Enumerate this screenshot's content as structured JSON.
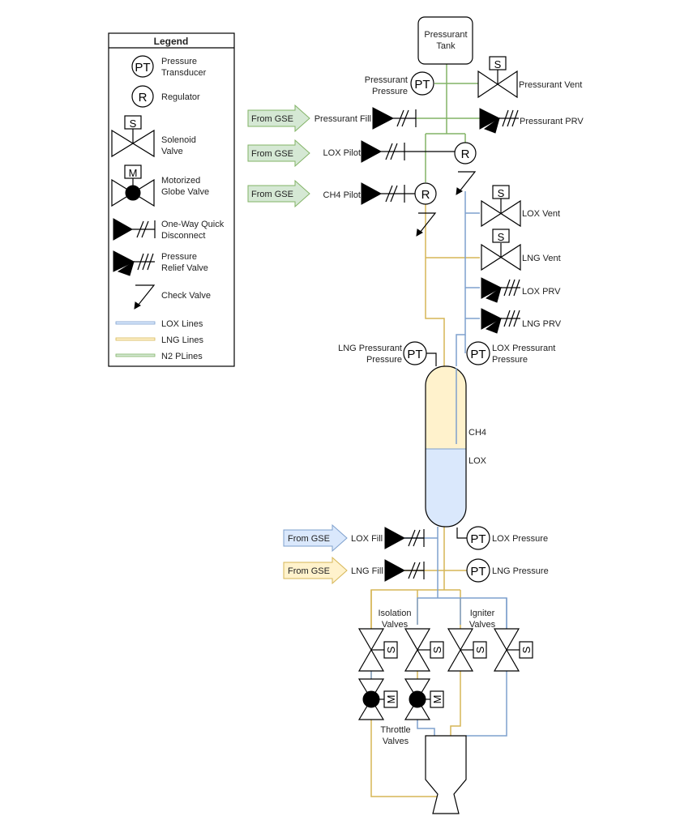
{
  "colors": {
    "lox_line": "#7ea0cd",
    "lng_line": "#d6b656",
    "n2_line": "#82b366",
    "lox_fill": "#dae8fc",
    "lng_fill": "#fff2cc",
    "n2_fill": "#d5e8d4"
  },
  "legend": {
    "title": "Legend",
    "pt_symbol": "PT",
    "pt_label_1": "Pressure",
    "pt_label_2": "Transducer",
    "r_symbol": "R",
    "r_label": "Regulator",
    "s_symbol": "S",
    "solenoid_label_1": "Solenoid",
    "solenoid_label_2": "Valve",
    "m_symbol": "M",
    "motorized_label_1": "Motorized",
    "motorized_label_2": "Globe Valve",
    "qd_label_1": "One-Way Quick",
    "qd_label_2": "Disconnect",
    "prv_label_1": "Pressure",
    "prv_label_2": "Relief Valve",
    "check_label": "Check Valve",
    "lox_lines": "LOX Lines",
    "lng_lines": "LNG Lines",
    "n2_lines": "N2 PLines"
  },
  "gse": {
    "label": "From GSE"
  },
  "components": {
    "pressurant_tank_1": "Pressurant",
    "pressurant_tank_2": "Tank",
    "pressurant_pressure_1": "Pressurant",
    "pressurant_pressure_2": "Pressure",
    "pressurant_vent": "Pressurant Vent",
    "pressurant_fill": "Pressurant Fill",
    "pressurant_prv": "Pressurant PRV",
    "lox_pilot": "LOX Pilot",
    "ch4_pilot": "CH4 Pilot",
    "lox_vent": "LOX Vent",
    "lng_vent": "LNG Vent",
    "lox_prv": "LOX PRV",
    "lng_prv": "LNG PRV",
    "lng_pressurant_pressure_1": "LNG Pressurant",
    "lng_pressurant_pressure_2": "Pressure",
    "lox_pressurant_pressure_1": "LOX Pressurant",
    "lox_pressurant_pressure_2": "Pressure",
    "ch4_label": "CH4",
    "lox_label": "LOX",
    "lox_fill": "LOX Fill",
    "lng_fill": "LNG Fill",
    "lox_pressure": "LOX Pressure",
    "lng_pressure": "LNG Pressure",
    "isolation_valves_1": "Isolation",
    "isolation_valves_2": "Valves",
    "igniter_valves_1": "Igniter",
    "igniter_valves_2": "Valves",
    "throttle_valves_1": "Throttle",
    "throttle_valves_2": "Valves"
  }
}
